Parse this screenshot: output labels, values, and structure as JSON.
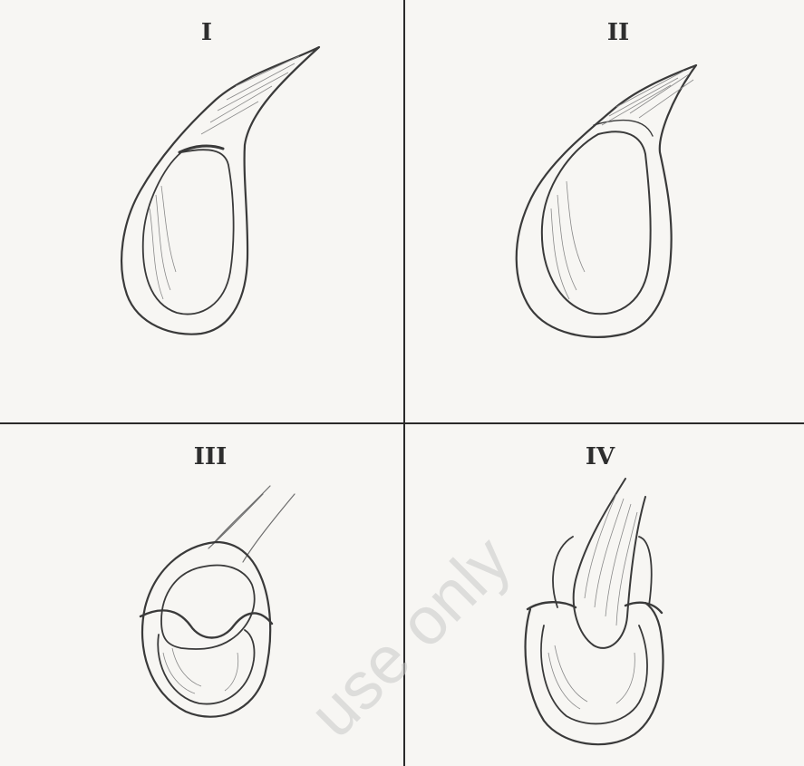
{
  "panels": [
    {
      "id": "I",
      "label": "I"
    },
    {
      "id": "II",
      "label": "II"
    },
    {
      "id": "III",
      "label": "III"
    },
    {
      "id": "IV",
      "label": "IV"
    }
  ],
  "watermark": "use only",
  "colors": {
    "background": "#f7f6f3",
    "ink": "#3a3a3a",
    "divider": "#2a2a2a",
    "watermark": "#c9c9c9"
  }
}
